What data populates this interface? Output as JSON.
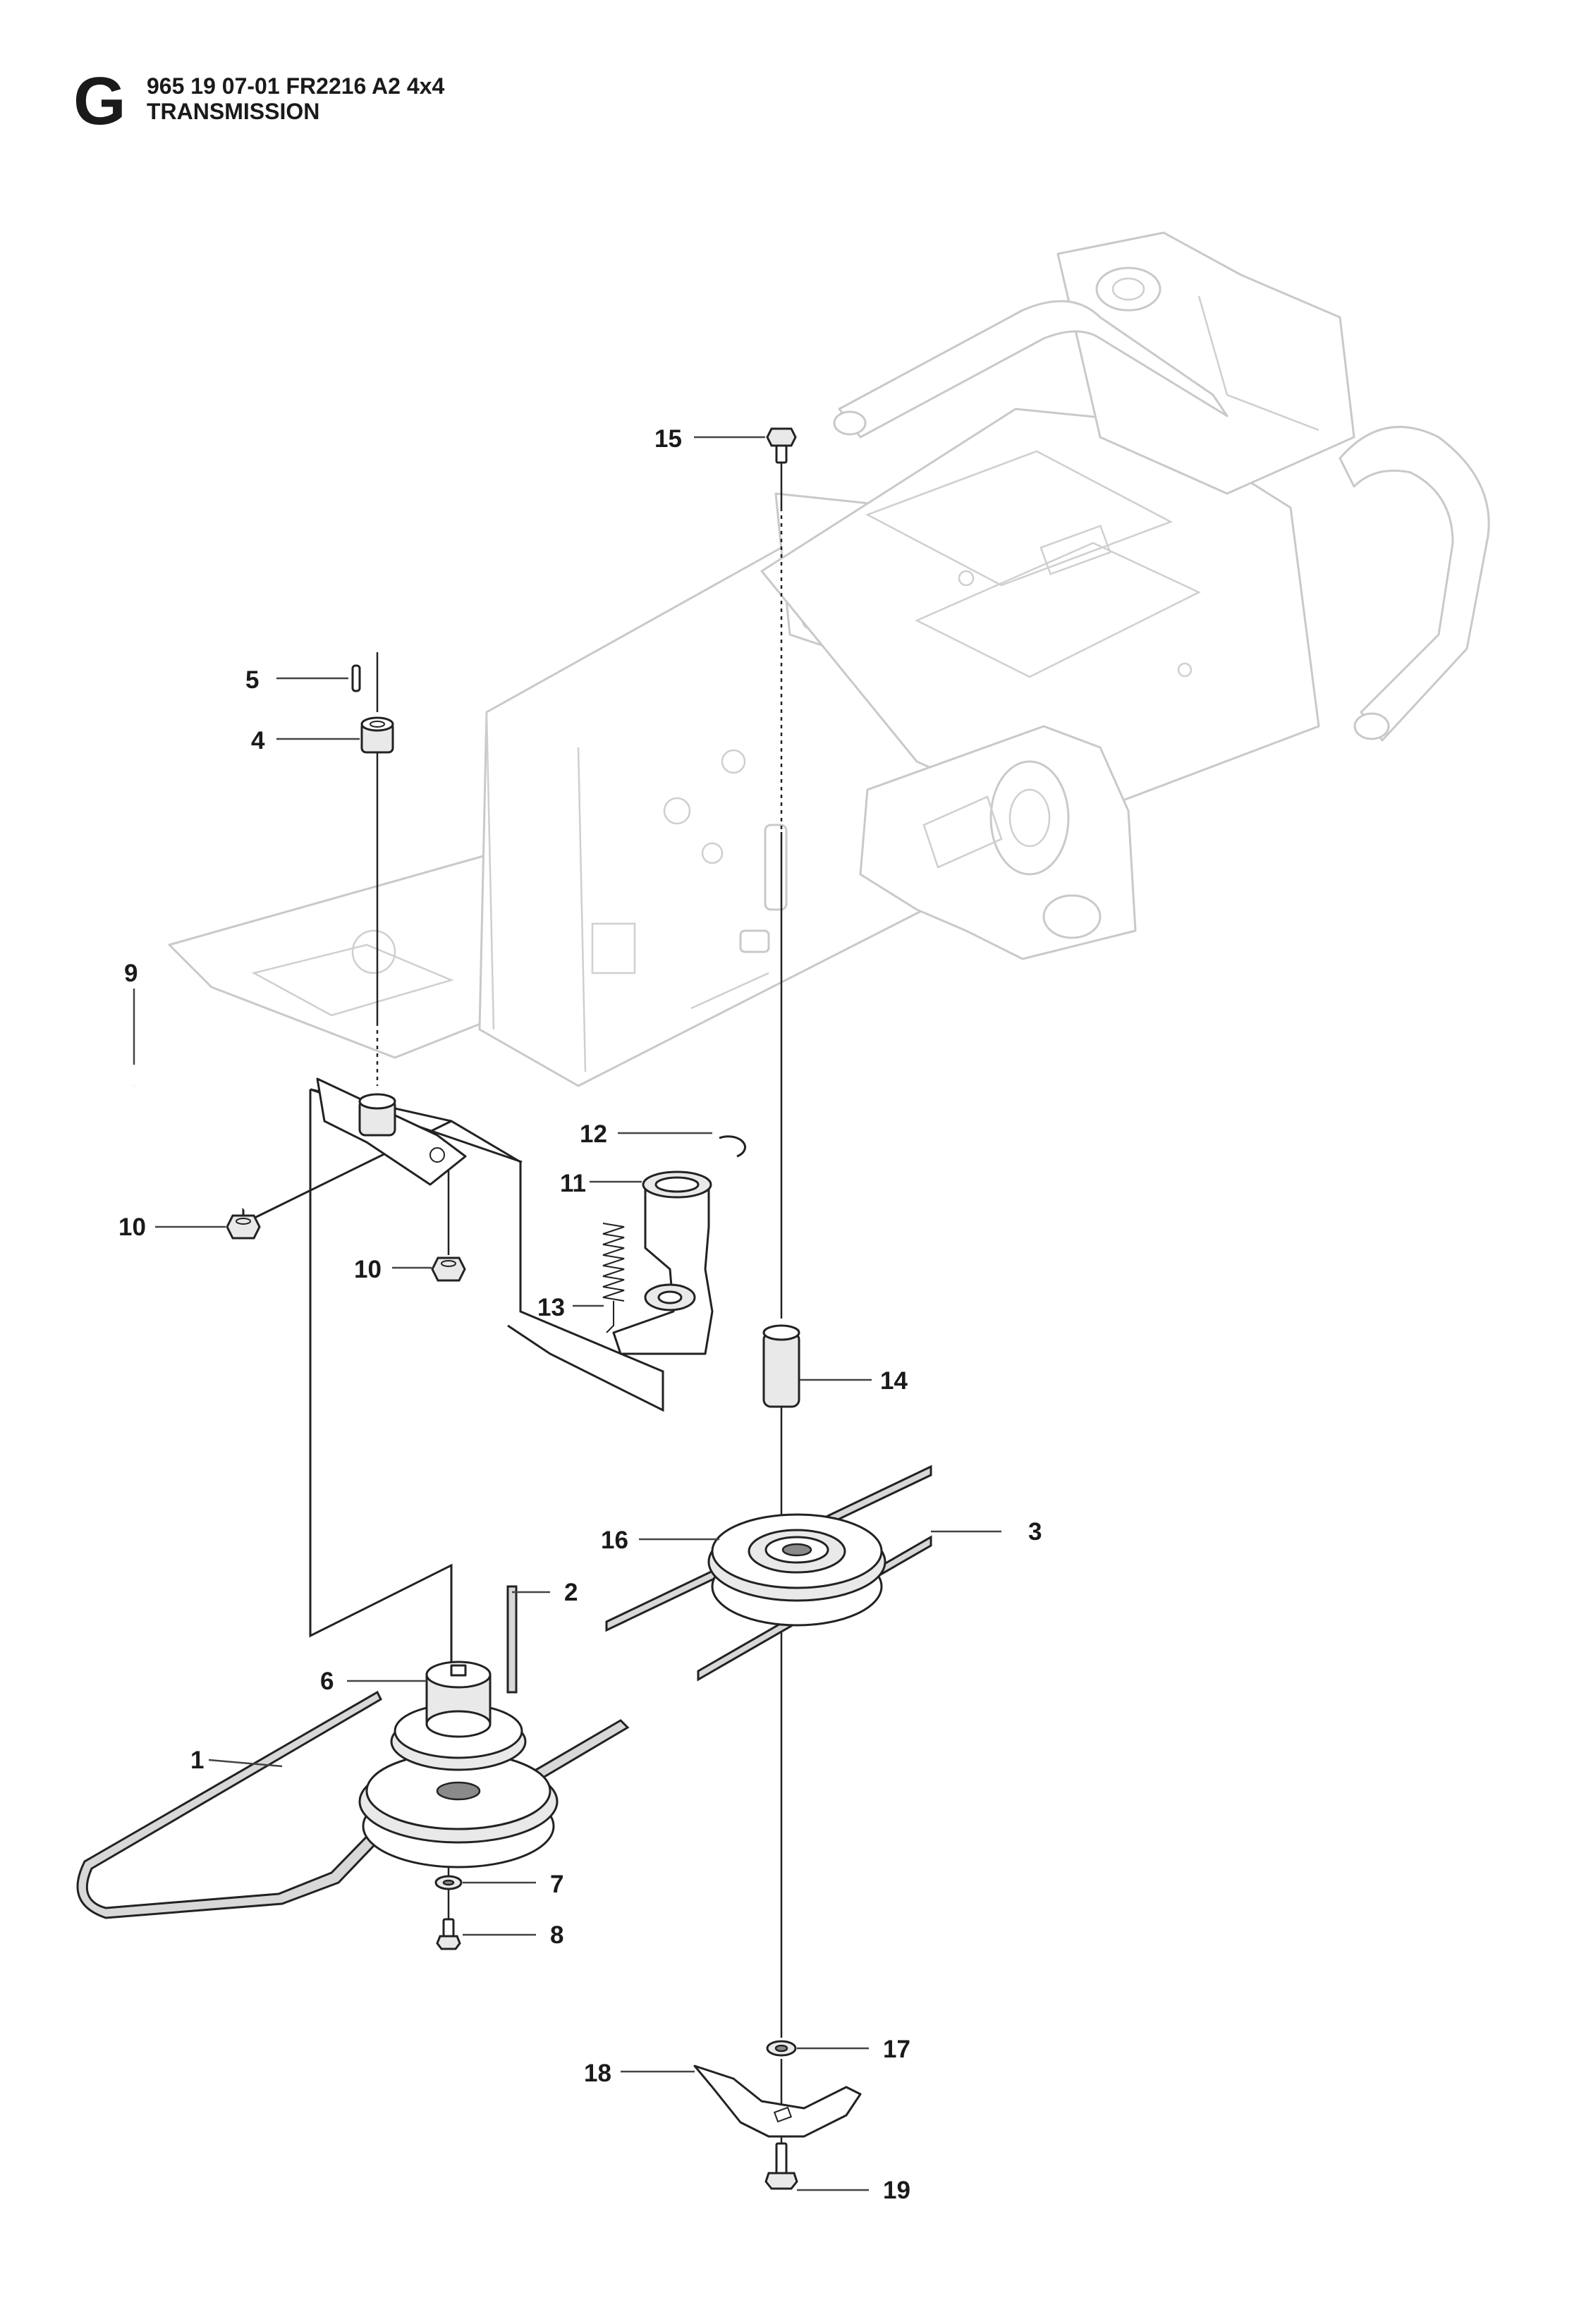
{
  "header": {
    "section_letter": "G",
    "doc_code": "965 19 07-01 FR2216 A2 4x4",
    "section_title": "TRANSMISSION"
  },
  "callouts": {
    "c15": "15",
    "c5": "5",
    "c4": "4",
    "c9": "9",
    "c12": "12",
    "c11": "11",
    "c10a": "10",
    "c10b": "10",
    "c13": "13",
    "c14": "14",
    "c16": "16",
    "c3": "3",
    "c2": "2",
    "c6": "6",
    "c1": "1",
    "c7": "7",
    "c8": "8",
    "c17": "17",
    "c18": "18",
    "c19": "19"
  }
}
